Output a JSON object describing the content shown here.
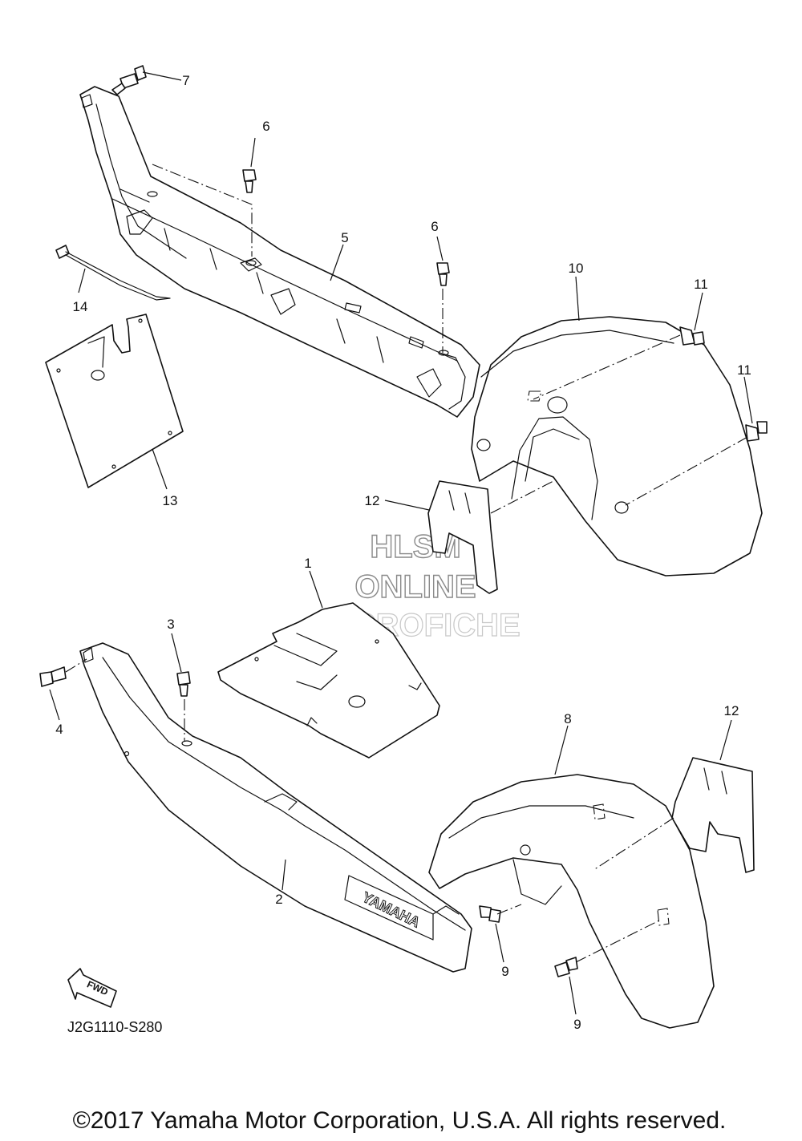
{
  "callouts": {
    "c1": "1",
    "c2": "2",
    "c3": "3",
    "c4": "4",
    "c5": "5",
    "c6a": "6",
    "c6b": "6",
    "c7": "7",
    "c8": "8",
    "c9a": "9",
    "c9b": "9",
    "c10": "10",
    "c11a": "11",
    "c11b": "11",
    "c12a": "12",
    "c12b": "12",
    "c13": "13",
    "c14": "14"
  },
  "watermark": {
    "line1": "HLSM",
    "line2": "ONLINE",
    "line3": "MICROFICHE"
  },
  "logo": "YAMAHA",
  "fwd_label": "FWD",
  "diagram_code": "J2G1110-S280",
  "copyright": "©2017 Yamaha Motor Corporation, U.S.A. All rights reserved."
}
